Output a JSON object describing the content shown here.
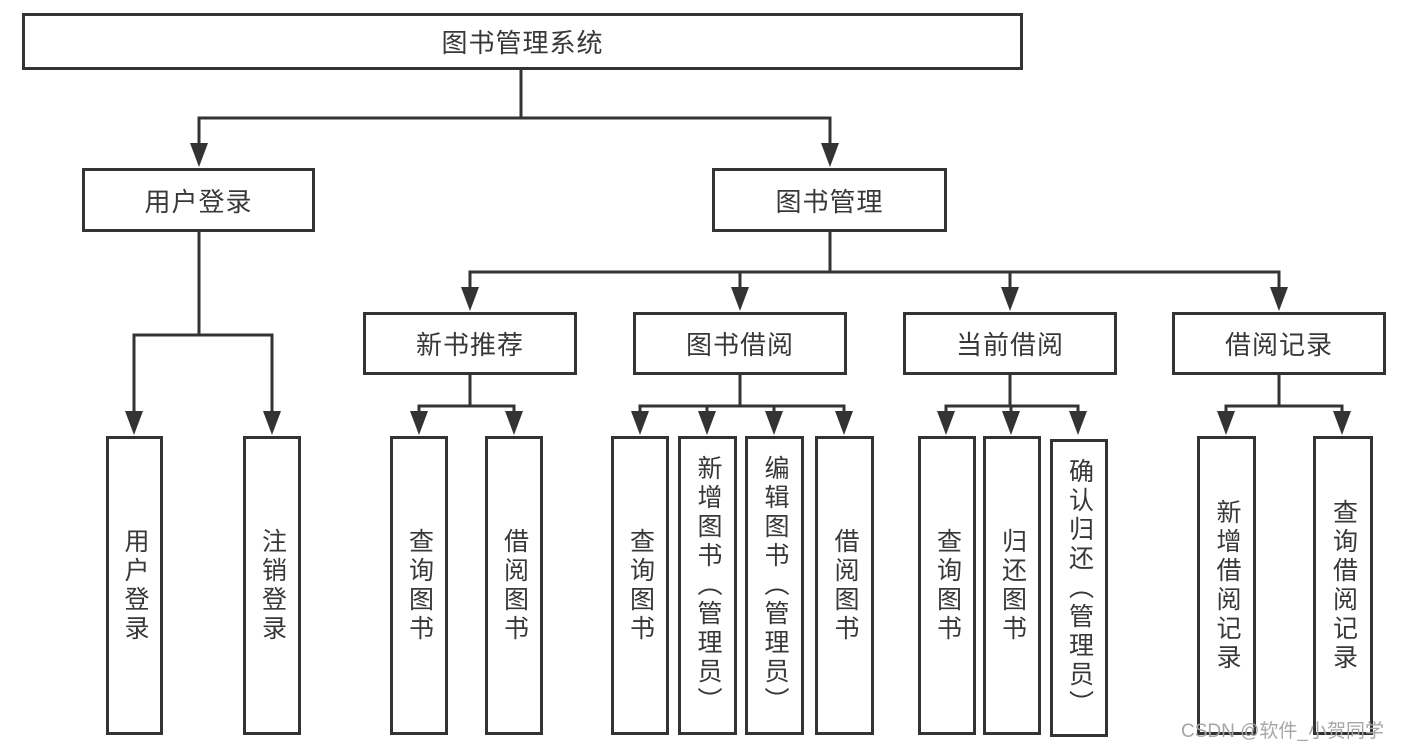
{
  "diagram": {
    "root": {
      "label": "图书管理系统"
    },
    "branches": [
      {
        "label": "用户登录"
      },
      {
        "label": "图书管理"
      }
    ],
    "modules": [
      {
        "label": "新书推荐"
      },
      {
        "label": "图书借阅"
      },
      {
        "label": "当前借阅"
      },
      {
        "label": "借阅记录"
      }
    ],
    "leaves": [
      {
        "label": "用户登录"
      },
      {
        "label": "注销登录"
      },
      {
        "label": "查询图书"
      },
      {
        "label": "借阅图书"
      },
      {
        "label": "查询图书"
      },
      {
        "label": "新增图书（管理员）"
      },
      {
        "label": "编辑图书（管理员）"
      },
      {
        "label": "借阅图书"
      },
      {
        "label": "查询图书"
      },
      {
        "label": "归还图书"
      },
      {
        "label": "确认归还（管理员）"
      },
      {
        "label": "新增借阅记录"
      },
      {
        "label": "查询借阅记录"
      }
    ]
  },
  "watermark": {
    "text": "CSDN @软件_小贺同学"
  },
  "colors": {
    "line": "#333333",
    "text": "#383838",
    "watermark": "#a6a6a6",
    "background": "#ffffff"
  }
}
